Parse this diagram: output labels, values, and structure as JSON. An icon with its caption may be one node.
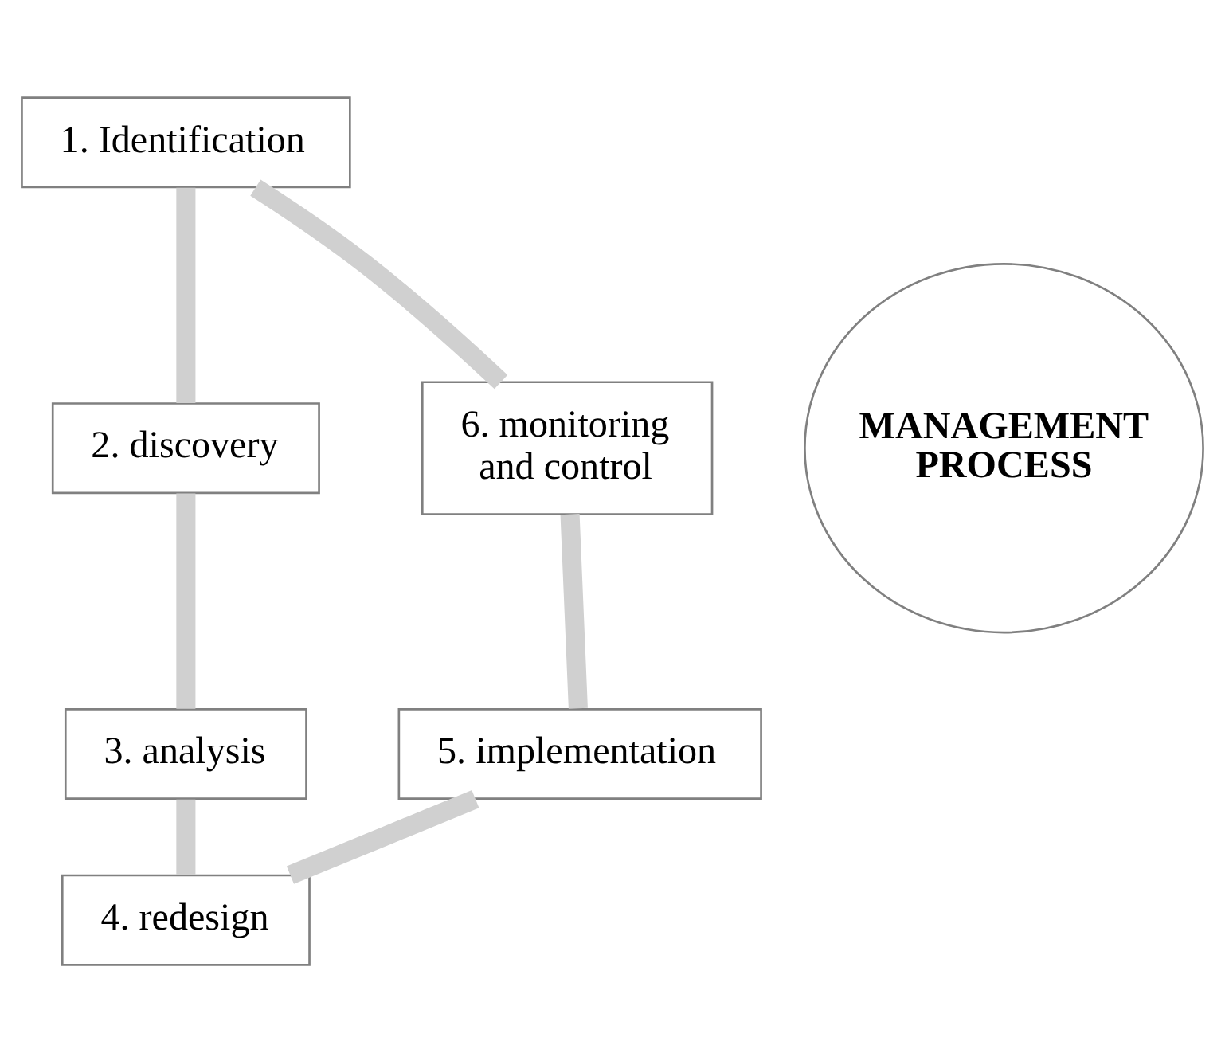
{
  "diagram": {
    "nodes": [
      {
        "text": [
          "1. Identification"
        ]
      },
      {
        "text": [
          "2. discovery"
        ]
      },
      {
        "text": [
          "3. analysis"
        ]
      },
      {
        "text": [
          "4. redesign"
        ]
      },
      {
        "text": [
          "5. implementation"
        ]
      },
      {
        "text": [
          "6. monitoring and control"
        ]
      },
      {
        "text": [
          "MANAGEMENT PROCESS"
        ]
      }
    ],
    "edges": [
      {
        "from": 0,
        "to": 1,
        "arrow": "none"
      },
      {
        "from": 1,
        "to": 2,
        "arrow": "none"
      },
      {
        "from": 2,
        "to": 3,
        "arrow": "none"
      },
      {
        "from": 3,
        "to": 4,
        "arrow": "none"
      },
      {
        "from": 4,
        "to": 5,
        "arrow": "none"
      },
      {
        "from": 5,
        "to": 0,
        "arrow": "none"
      }
    ]
  }
}
